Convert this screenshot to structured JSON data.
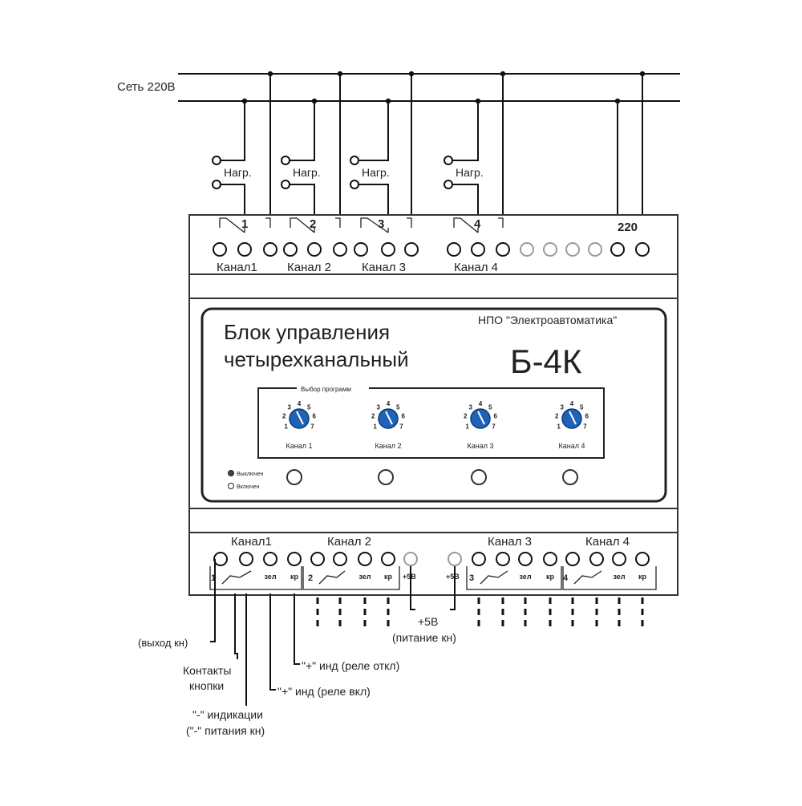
{
  "mains": {
    "label": "Сеть 220В"
  },
  "load_label": "Нагр.",
  "top_terminals": {
    "relay_numbers": [
      "1",
      "2",
      "3",
      "4"
    ],
    "supply_label": "220",
    "channel_labels": [
      "Канал1",
      "Канал 2",
      "Канал 3",
      "Канал 4"
    ]
  },
  "panel": {
    "title_line1": "Блок управления",
    "title_line2": "четырехканальный",
    "manufacturer": "НПО \"Электроавтоматика\"",
    "model": "Б-4К",
    "program_label": "Выбор программ",
    "dial_digits": [
      "1",
      "2",
      "3",
      "4",
      "5",
      "6",
      "7"
    ],
    "knob_labels": [
      "Канал 1",
      "Канал 2",
      "Канал 3",
      "Канал 4"
    ],
    "indicator_off": "Выключен",
    "indicator_on": "Включен",
    "indicator_color": "#1f63b8"
  },
  "bottom_terminals": {
    "channel_labels": [
      "Канал1",
      "Канал 2",
      "Канал 3",
      "Канал 4"
    ],
    "sub_labels": [
      "зел",
      "кр"
    ],
    "supply_label": "+5В"
  },
  "annotations": {
    "button_output": "(выход кн)",
    "button_contacts_1": "Контакты",
    "button_contacts_2": "кнопки",
    "minus_ind_1": "\"-\" индикации",
    "minus_ind_2": "(\"-\" питания кн)",
    "plus_ind_on": "\"+\" инд (реле вкл)",
    "plus_ind_off": "\"+\" инд (реле откл)",
    "plus_5v_1": "+5В",
    "plus_5v_2": "(питание кн)"
  }
}
